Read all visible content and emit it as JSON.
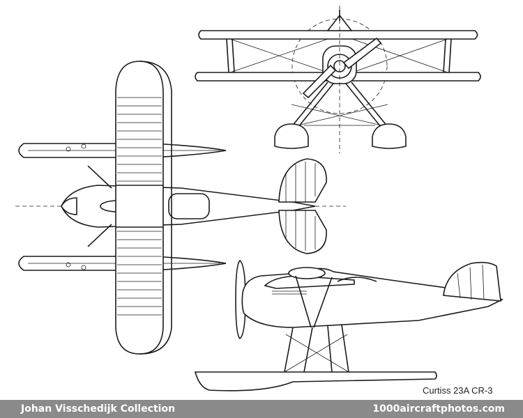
{
  "caption": "Curtiss 23A CR-3",
  "footer": {
    "left": "Johan Visschedijk Collection",
    "right": "1000aircraftphotos.com"
  },
  "colors": {
    "background": "#ffffff",
    "ink": "#1a1a1a",
    "footer_bg": "#8a8a8a",
    "footer_text": "#ffffff"
  }
}
